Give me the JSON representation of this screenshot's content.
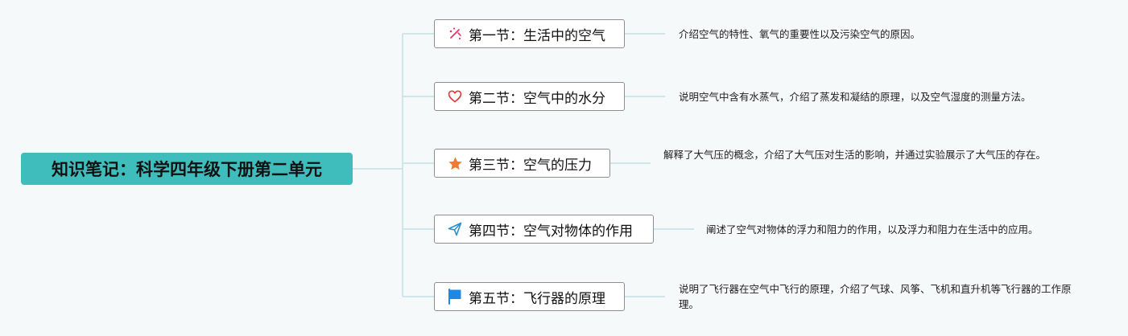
{
  "root": {
    "title": "知识笔记：科学四年级下册第二单元"
  },
  "sections": [
    {
      "icon": "sparkle-icon",
      "color": "#e8336b",
      "title": "第一节：生活中的空气",
      "description": "介绍空气的特性、氧气的重要性以及污染空气的原因。"
    },
    {
      "icon": "heart-icon",
      "color": "#e03b3b",
      "title": "第二节：空气中的水分",
      "description": "说明空气中含有水蒸气，介绍了蒸发和凝结的原理，以及空气湿度的测量方法。"
    },
    {
      "icon": "star-icon",
      "color": "#ee7a35",
      "title": "第三节：空气的压力",
      "description": "解释了大气压的概念，介绍了大气压对生活的影响，并通过实验展示了大气压的存在。"
    },
    {
      "icon": "paper-plane-icon",
      "color": "#2a8fc9",
      "title": "第四节：空气对物体的作用",
      "description": "阐述了空气对物体的浮力和阻力的作用，以及浮力和阻力在生活中的应用。"
    },
    {
      "icon": "flag-icon",
      "color": "#1e88e5",
      "title": "第五节：飞行器的原理",
      "description": "说明了飞行器在空气中飞行的原理，介绍了气球、风筝、飞机和直升机等飞行器的工作原理。"
    }
  ]
}
